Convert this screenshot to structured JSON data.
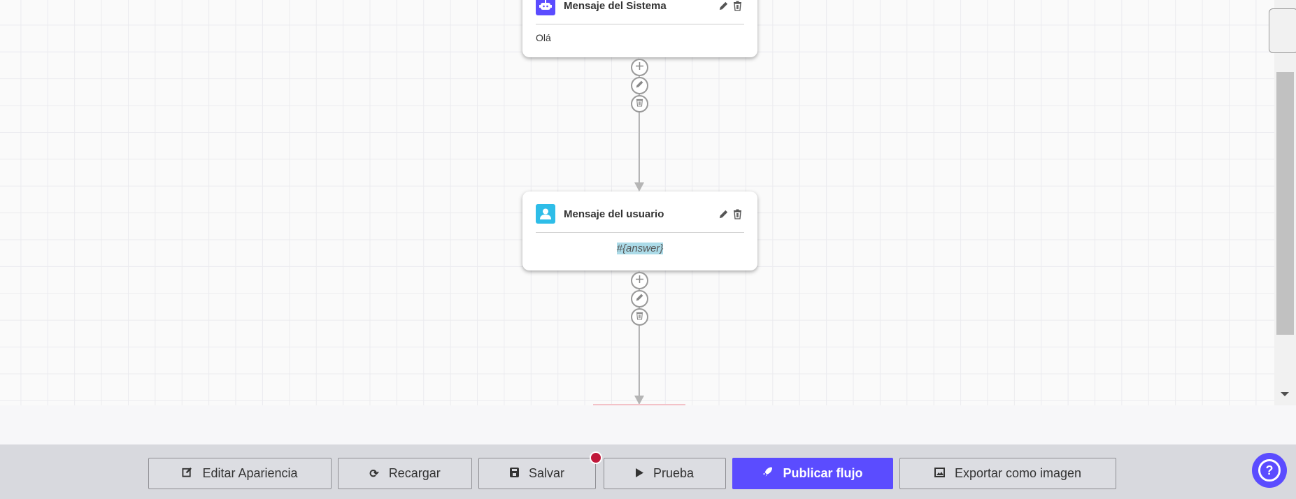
{
  "nodes": [
    {
      "title": "Mensaje del Sistema",
      "body": "Olá",
      "icon": "robot-icon",
      "icon_color": "#5b4cff"
    },
    {
      "title": "Mensaje del usuario",
      "body": "#{answer}",
      "icon": "user-icon",
      "icon_color": "#2ebde8"
    }
  ],
  "toolbar": {
    "edit": "Editar Apariencia",
    "reload": "Recargar",
    "save": "Salvar",
    "test": "Prueba",
    "publish": "Publicar flujo",
    "export": "Exportar como imagen"
  },
  "colors": {
    "accent": "#5b4cff",
    "unsaved_dot": "#c0183a",
    "highlight": "#acdbe8"
  }
}
